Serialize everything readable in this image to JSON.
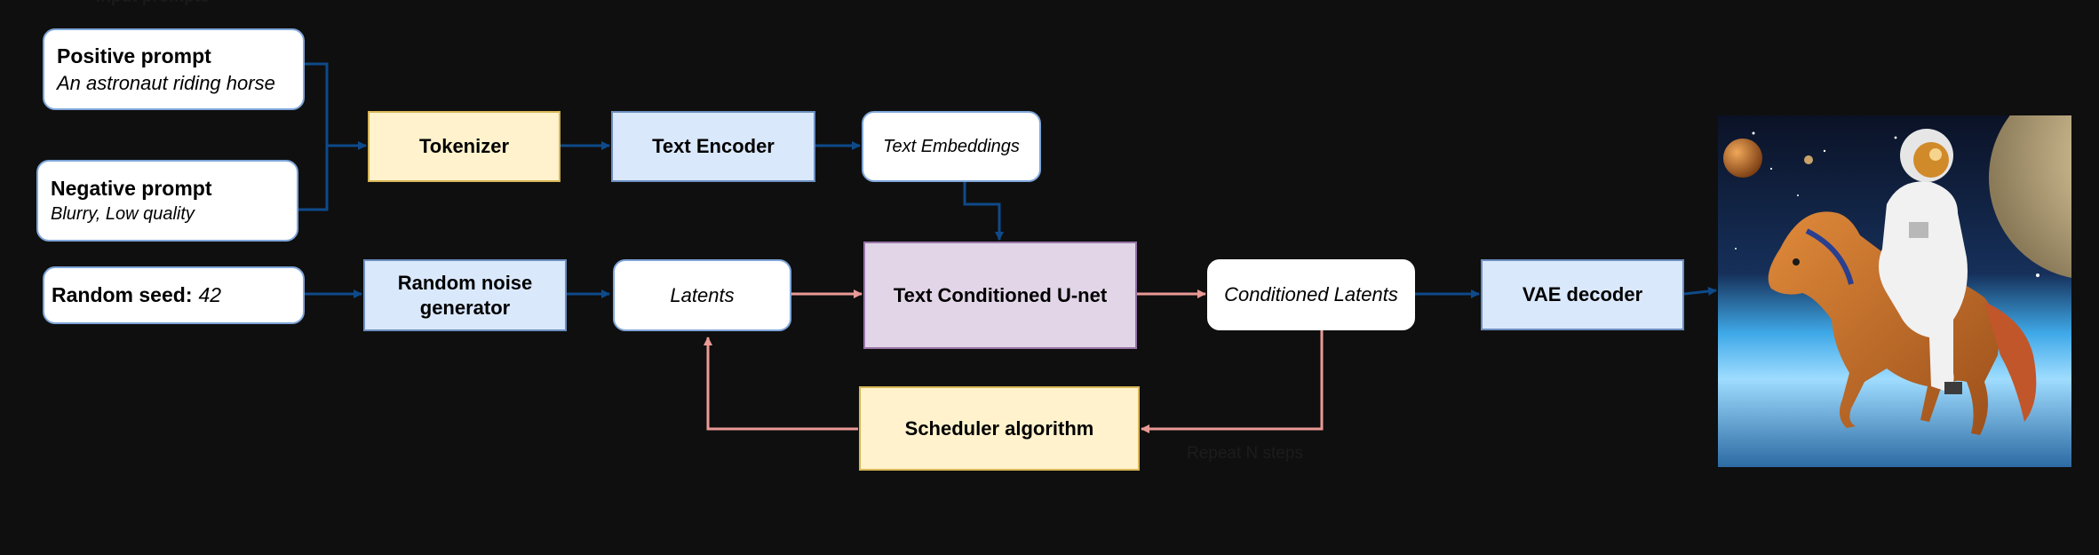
{
  "group_caption": "Input prompts",
  "positive_prompt": {
    "title": "Positive prompt",
    "value": "An astronaut riding horse"
  },
  "negative_prompt": {
    "title": "Negative prompt",
    "value": "Blurry, Low quality"
  },
  "random_seed": {
    "label": "Random seed:",
    "value": "42"
  },
  "nodes": {
    "tokenizer": "Tokenizer",
    "text_encoder": "Text Encoder",
    "text_embeddings": "Text Embeddings",
    "noise_generator": "Random noise generator",
    "latents": "Latents",
    "unet": "Text Conditioned U-net",
    "conditioned_latents": "Conditioned Latents",
    "vae_decoder": "VAE decoder",
    "scheduler": "Scheduler algorithm"
  },
  "loop_caption": "Repeat N steps",
  "colors": {
    "background": "#0f0f0f",
    "conditioning_arrow": "#0e4a8a",
    "latent_arrow": "#ea9a96",
    "yellow_fill": "#fff2cc",
    "blue_fill": "#dae8fc",
    "purple_fill": "#e1d5e7"
  },
  "output_image": {
    "subject": "astronaut-riding-horse-in-space"
  }
}
